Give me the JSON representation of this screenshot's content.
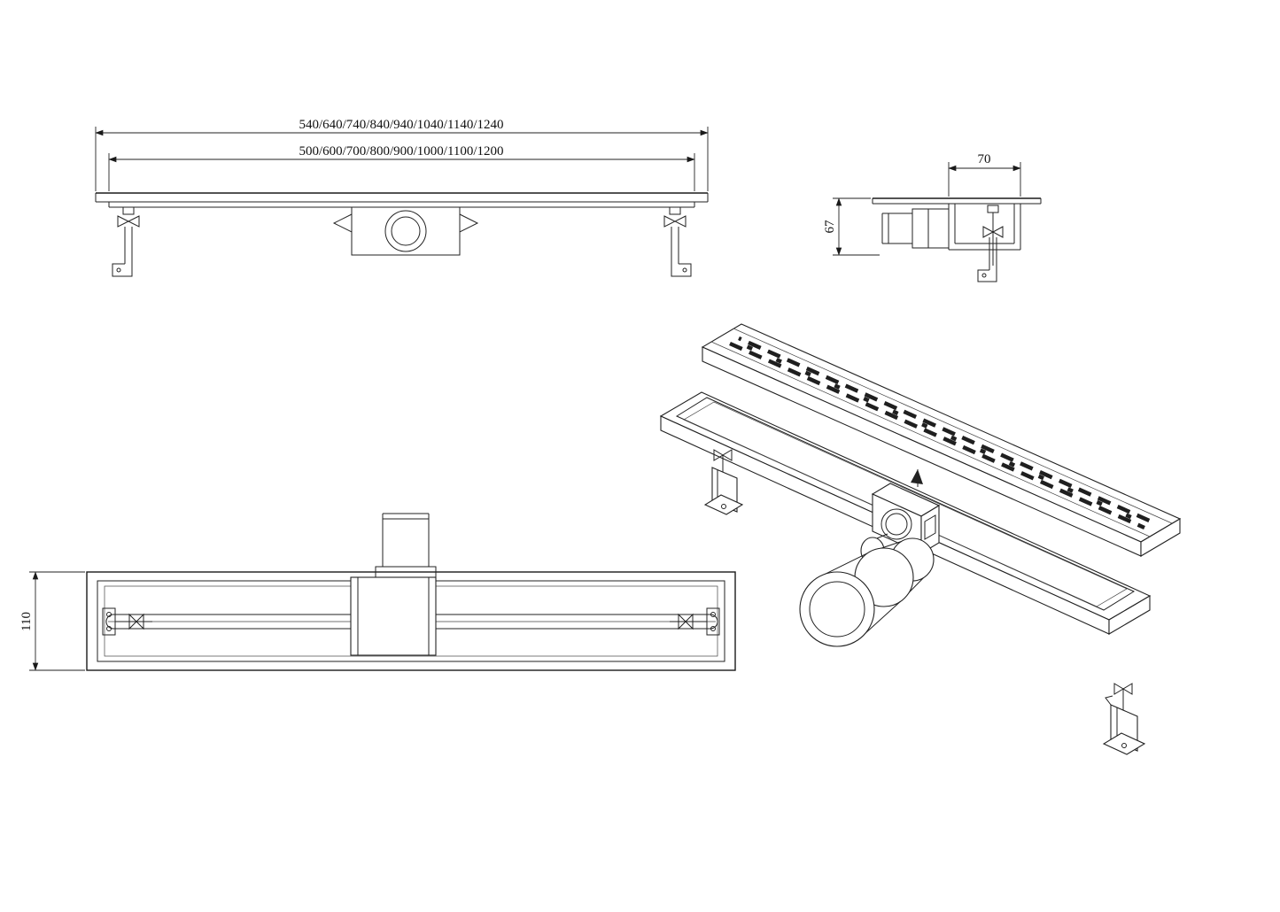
{
  "views": {
    "front": {
      "dim_total_length": "540/640/740/840/940/1040/1140/1240",
      "dim_channel_length": "500/600/700/800/900/1000/1100/1200"
    },
    "side": {
      "dim_width": "70",
      "dim_height": "67"
    },
    "plan": {
      "dim_width": "110"
    }
  }
}
